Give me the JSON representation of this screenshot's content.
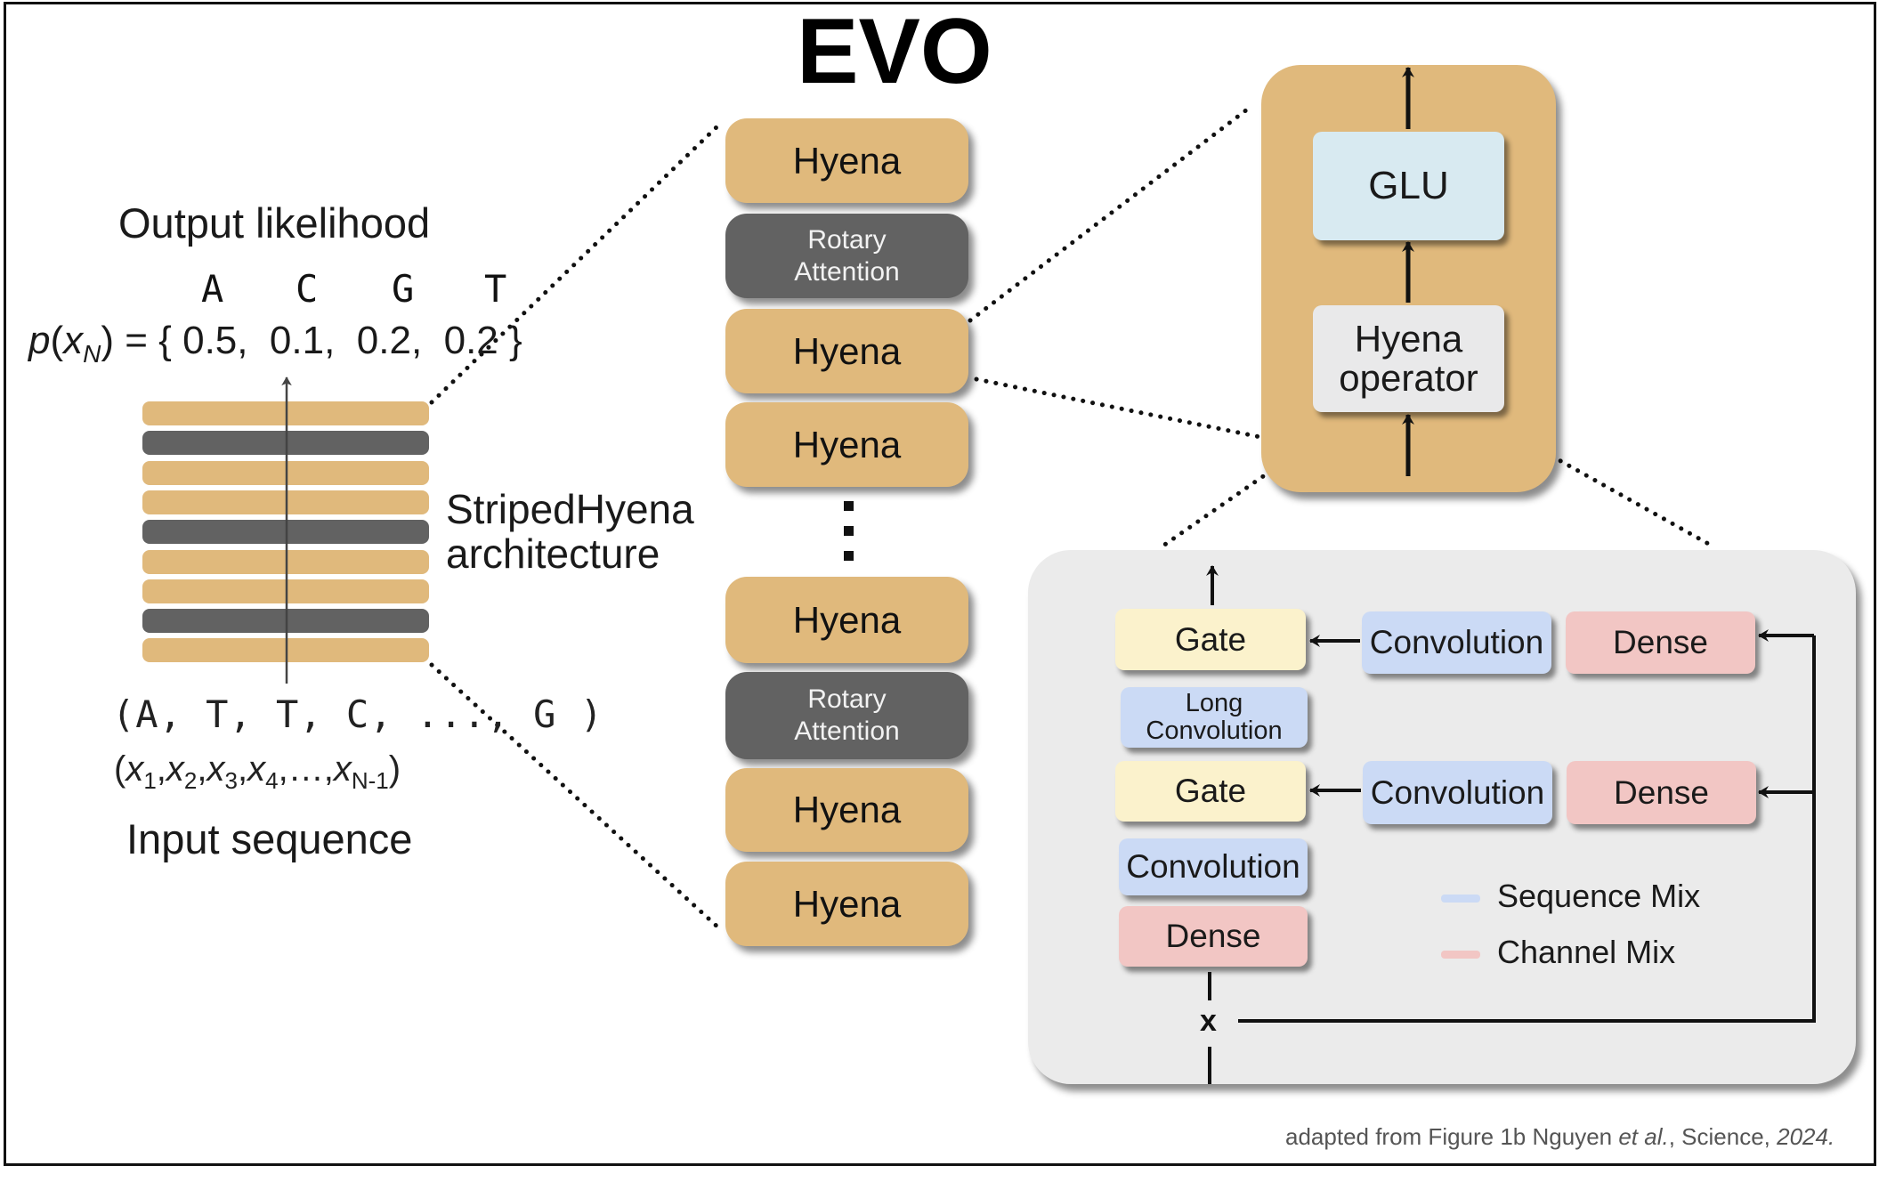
{
  "title": "EVO",
  "left": {
    "output_label": "Output likelihood",
    "bases": [
      "A",
      "C",
      "G",
      "T"
    ],
    "prob_prefix_p": "p",
    "prob_prefix_x": "x",
    "prob_prefix_sub": "N",
    "prob_expr": ") = { 0.5,  0.1,  0.2,  0.2 }",
    "probabilities": [
      0.5,
      0.1,
      0.2,
      0.2
    ],
    "arch_label_line1": "StripedHyena",
    "arch_label_line2": "architecture",
    "input_tokens": "(A, T, T, C, ..., G )",
    "input_vars": {
      "open": "(",
      "items": [
        {
          "base": "x",
          "sub": "1"
        },
        {
          "base": "x",
          "sub": "2"
        },
        {
          "base": "x",
          "sub": "3"
        },
        {
          "base": "x",
          "sub": "4"
        }
      ],
      "ellipsis": "…",
      "last": {
        "base": "x",
        "sub": "N-1"
      },
      "close": ")"
    },
    "input_label": "Input sequence",
    "stripes": [
      "hyena",
      "attention",
      "hyena",
      "hyena",
      "attention",
      "hyena",
      "hyena",
      "attention",
      "hyena"
    ]
  },
  "stack": {
    "blocks": [
      {
        "type": "hyena",
        "label": "Hyena"
      },
      {
        "type": "attention",
        "label_line1": "Rotary",
        "label_line2": "Attention"
      },
      {
        "type": "hyena",
        "label": "Hyena"
      },
      {
        "type": "hyena",
        "label": "Hyena"
      },
      {
        "type": "hyena",
        "label": "Hyena"
      },
      {
        "type": "attention",
        "label_line1": "Rotary",
        "label_line2": "Attention"
      },
      {
        "type": "hyena",
        "label": "Hyena"
      },
      {
        "type": "hyena",
        "label": "Hyena"
      }
    ]
  },
  "hyena_block": {
    "glu": "GLU",
    "operator_line1": "Hyena",
    "operator_line2": "operator"
  },
  "operator_detail": {
    "gate1": "Gate",
    "long_conv_line1": "Long",
    "long_conv_line2": "Convolution",
    "gate2": "Gate",
    "conv": "Convolution",
    "dense": "Dense",
    "row1_conv": "Convolution",
    "row1_dense": "Dense",
    "row2_conv": "Convolution",
    "row2_dense": "Dense",
    "input_symbol": "x",
    "legend": [
      {
        "label": "Sequence Mix",
        "color": "#cbdaf5"
      },
      {
        "label": "Channel Mix",
        "color": "#f2c6c4"
      }
    ]
  },
  "caption": {
    "pre": "adapted from Figure 1b Nguyen ",
    "etal": "et al.",
    "mid": ", Science, ",
    "year": "2024."
  },
  "colors": {
    "hyena": "#e0b97c",
    "attention": "#626262",
    "glu": "#d8eaf1",
    "operator": "#e9e9ea",
    "gate": "#fbf2cc",
    "sequence_mix": "#cbdaf5",
    "channel_mix": "#f2c6c4",
    "panel": "#ebebeb"
  }
}
